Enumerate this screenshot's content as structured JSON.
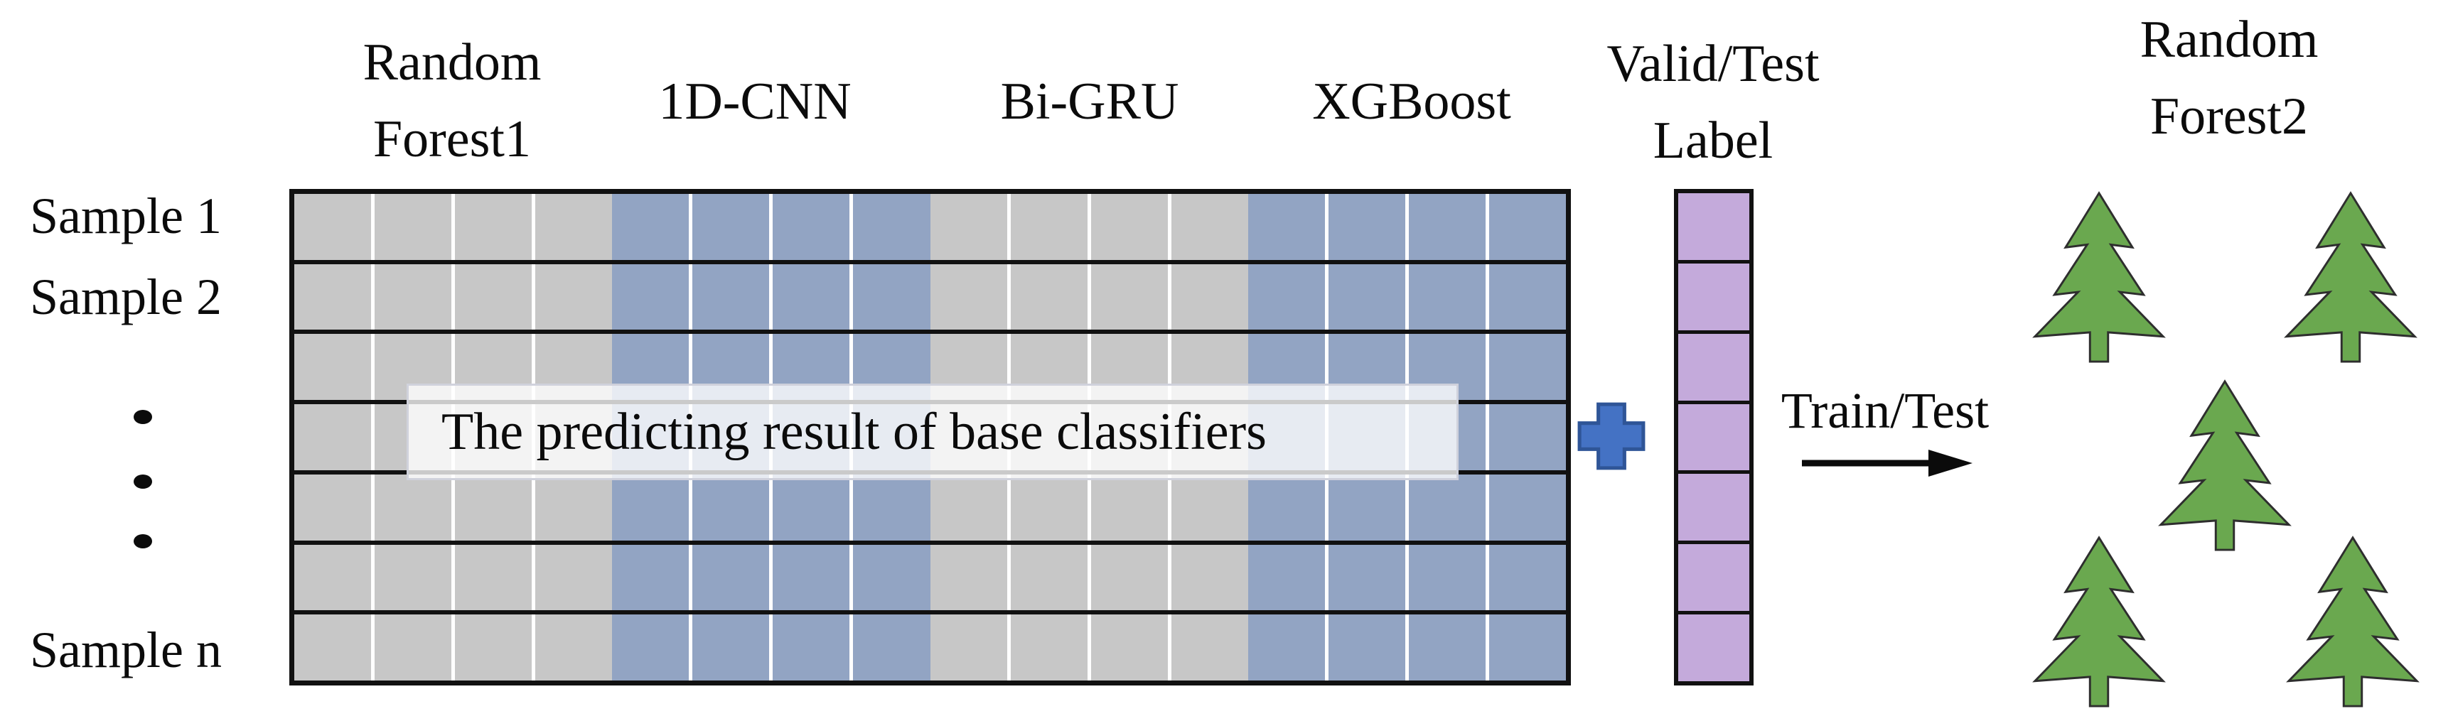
{
  "diagram": {
    "base_classifier_headers": [
      {
        "label": "Random\nForest1"
      },
      {
        "label": "1D-CNN"
      },
      {
        "label": "Bi-GRU"
      },
      {
        "label": "XGBoost"
      }
    ],
    "label_column_header": "Valid/Test\nLabel",
    "meta_classifier_header": "Random\nForest2",
    "row_labels": {
      "first": "Sample 1",
      "second": "Sample 2",
      "last": "Sample n"
    },
    "overlay_caption": "The predicting result of base classifiers",
    "arrow_label": "Train/Test",
    "grid": {
      "rows": 7,
      "columns": 16,
      "columns_per_group": 4,
      "group_pattern": [
        "gray",
        "blue",
        "gray",
        "blue"
      ]
    },
    "label_column": {
      "rows": 7
    },
    "tree_count": 5,
    "colors": {
      "matrix_gray": "#c7c7c7",
      "matrix_blue": "#92a4c3",
      "label_purple": "#c4aadb",
      "plus_fill": "#4472c4",
      "plus_border": "#2f5597",
      "tree_green": "#6aa84f",
      "tree_outline": "#2e2e2e",
      "line_black": "#111111",
      "separator_white": "#ffffff"
    }
  }
}
